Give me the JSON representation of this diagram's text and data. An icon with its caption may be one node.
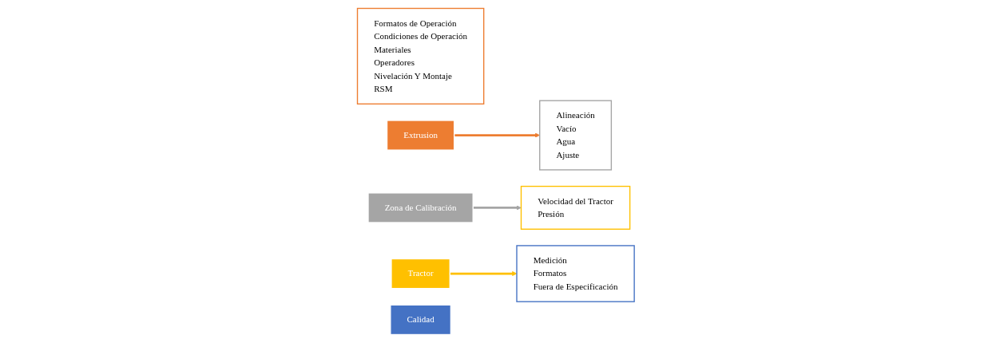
{
  "diagram": {
    "nodes": [
      {
        "text": [
          "Formatos de Operación",
          "Condiciones  de Operación",
          "Materiales",
          "Operadores",
          "Nivelación Y Montaje",
          "RSM"
        ]
      },
      {
        "text": [
          "Extrusion"
        ]
      },
      {
        "text": [
          "Zona de Calibración"
        ]
      },
      {
        "text": [
          "Alineación",
          "Vacío",
          "Agua",
          "Ajuste"
        ]
      },
      {
        "text": [
          "Velocidad del Tractor",
          "Presión"
        ]
      },
      {
        "text": [
          "Tractor"
        ]
      },
      {
        "text": [
          "Calidad"
        ]
      },
      {
        "text": [
          "Medición",
          "Formatos",
          "Fuera de Especificación"
        ]
      }
    ],
    "edges": [
      {
        "from": 1,
        "to": 3,
        "arrow": "to",
        "color": "#ed7d31"
      },
      {
        "from": 2,
        "to": 4,
        "arrow": "to",
        "color": "#a5a5a5"
      },
      {
        "from": 5,
        "to": 7,
        "arrow": "to",
        "color": "#ffc000"
      }
    ]
  }
}
